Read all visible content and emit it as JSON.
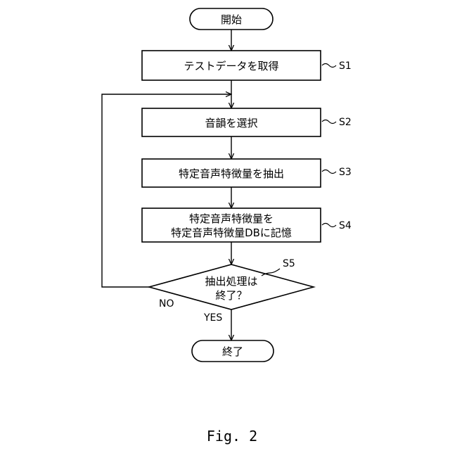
{
  "flowchart": {
    "start": "開始",
    "steps": [
      {
        "id": "S1",
        "lines": [
          "テストデータを取得"
        ]
      },
      {
        "id": "S2",
        "lines": [
          "音韻を選択"
        ]
      },
      {
        "id": "S3",
        "lines": [
          "特定音声特徴量を抽出"
        ]
      },
      {
        "id": "S4",
        "lines": [
          "特定音声特徴量を",
          "特定音声特徴量DBに記憶"
        ]
      }
    ],
    "decision": {
      "id": "S5",
      "lines": [
        "抽出処理は",
        "終了？"
      ]
    },
    "branch_no": "NO",
    "branch_yes": "YES",
    "end": "終了"
  },
  "caption": "Fig. 2"
}
